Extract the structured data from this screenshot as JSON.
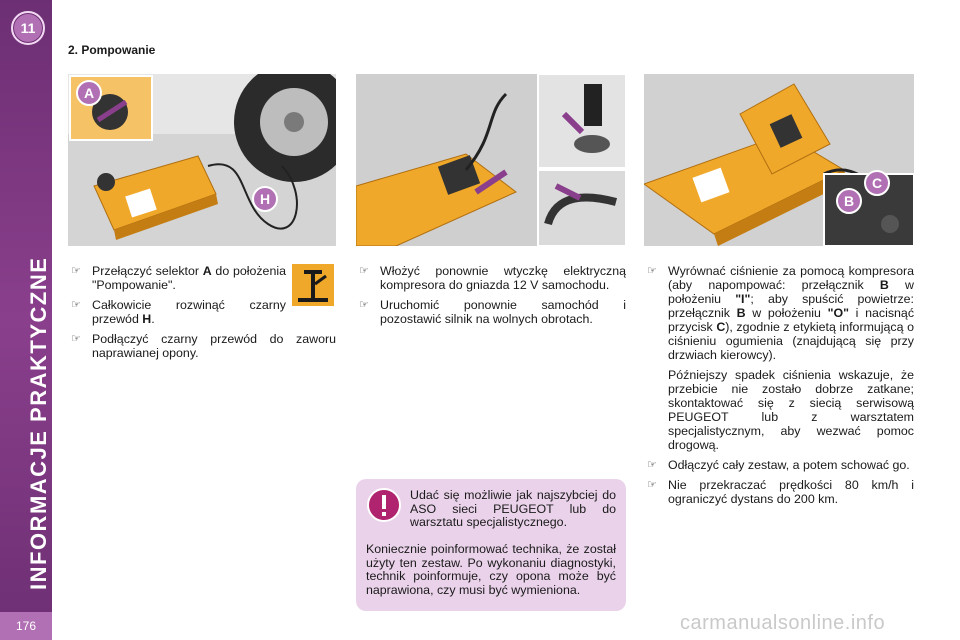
{
  "sidebar": {
    "chapter_number": "11",
    "title": "INFORMACJE PRAKTYCZNE",
    "page_number": "176",
    "color": "#8a3f8c"
  },
  "section": {
    "title": "2. Pompowanie"
  },
  "photos": [
    {
      "callouts": [
        "A",
        "H"
      ]
    },
    {
      "callouts": []
    },
    {
      "callouts": [
        "C",
        "B"
      ]
    }
  ],
  "column1": {
    "items": [
      {
        "before": "Przełączyć selektor ",
        "bold": "A",
        "after": " do położenia \"Pompowanie\"."
      },
      {
        "before": "Całkowicie rozwinąć czarny przewód ",
        "bold": "H",
        "after": "."
      },
      {
        "before": "Podłączyć czarny przewód do zaworu naprawianej opony.",
        "bold": "",
        "after": ""
      }
    ]
  },
  "column2": {
    "items": [
      "Włożyć ponownie wtyczkę elektryczną kompresora do gniazda 12 V samochodu.",
      "Uruchomić ponownie samochód i pozostawić silnik na wolnych obrotach."
    ]
  },
  "column3": {
    "item1": {
      "p1": "Wyrównać ciśnienie za pomocą kompresora (aby napompować: przełącznik ",
      "b1": "B",
      "p2": " w położeniu ",
      "b2": "\"I\"",
      "p3": "; aby spuścić powietrze: przełącznik ",
      "b3": "B",
      "p4": " w położeniu ",
      "b4": "\"O\"",
      "p5": " i nacisnąć przycisk ",
      "b5": "C",
      "p6": "), zgodnie z etykietą informującą o ciśnieniu ogumienia (znajdującą się przy drzwiach kierowcy)."
    },
    "continuation": "Późniejszy spadek ciśnienia wskazuje, że przebicie nie zostało dobrze zatkane; skontaktować się z siecią serwisową PEUGEOT lub z warsztatem specjalistycznym, aby wezwać pomoc drogową.",
    "items": [
      "Odłączyć cały zestaw, a potem schować go.",
      "Nie przekraczać prędkości 80 km/h i ograniczyć dystans do 200 km."
    ]
  },
  "warning": {
    "text1": "Udać się możliwie jak najszybciej do ASO sieci PEUGEOT lub do warsztatu specjalistycznego.",
    "text2": "Koniecznie poinformować technika, że został użyty ten zestaw. Po wykonaniu diagnostyki, technik poinformuje, czy opona może być naprawiona, czy musi być wymieniona."
  },
  "watermark": "carmanualsonline.info",
  "colors": {
    "accent": "#8a3f8c",
    "warning_bg": "#ead3ea",
    "callout": "#b170b4",
    "compressor": "#f0a82a"
  }
}
